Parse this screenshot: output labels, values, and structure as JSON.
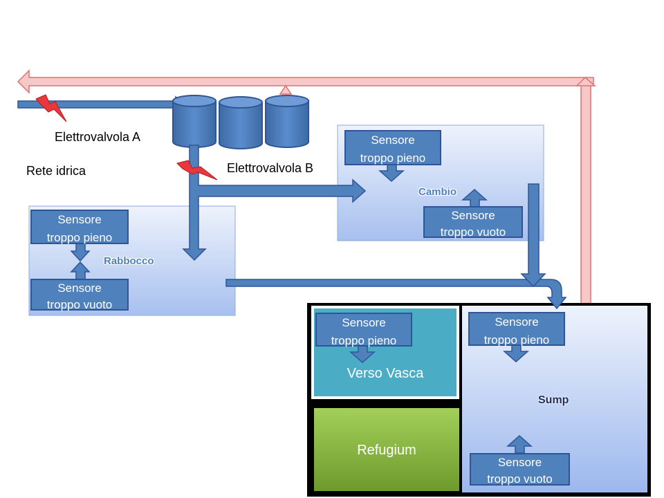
{
  "labels": {
    "valve_a": "Elettrovalvola A",
    "valve_b": "Elettrovalvola B",
    "water_mains": "Rete idrica"
  },
  "tanks": {
    "rabbocco": {
      "name": "Rabbocco",
      "sensor_high": [
        "Sensore",
        "troppo pieno"
      ],
      "sensor_low": [
        "Sensore",
        "troppo vuoto"
      ]
    },
    "cambio": {
      "name": "Cambio",
      "sensor_high": [
        "Sensore",
        "troppo pieno"
      ],
      "sensor_low": [
        "Sensore",
        "troppo vuoto"
      ]
    },
    "verso_vasca": {
      "name": "Verso Vasca",
      "sensor_high": [
        "Sensore",
        "troppo pieno"
      ]
    },
    "refugium": {
      "name": "Refugium"
    },
    "sump": {
      "name": "Sump",
      "sensor_high": [
        "Sensore",
        "troppo pieno"
      ],
      "sensor_low": [
        "Sensore",
        "troppo vuoto"
      ]
    }
  },
  "colors": {
    "pipe_blue": "#4f81bd",
    "pipe_pink": "#f8c8c8",
    "verso_vasca": "#4bacc6",
    "refugium": "#92c047",
    "valve_bolt": "#e8383d"
  },
  "icons": [
    "lightning-bolt-icon",
    "cylinder-reservoir-icon",
    "arrow-icon"
  ]
}
